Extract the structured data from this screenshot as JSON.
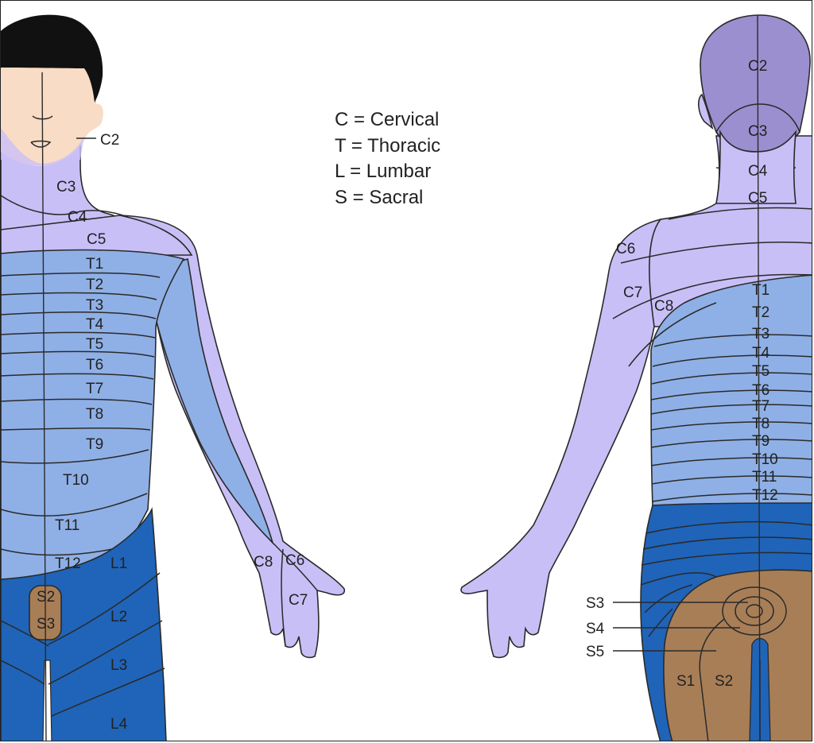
{
  "legend": [
    {
      "key": "C",
      "text": "C = Cervical"
    },
    {
      "key": "T",
      "text": "T =  Thoracic"
    },
    {
      "key": "L",
      "text": "L = Lumbar"
    },
    {
      "key": "S",
      "text": "S = Sacral"
    }
  ],
  "colors": {
    "cervical": "#c9bff7",
    "thoracic": "#8fb0e6",
    "lumbar": "#1f64b8",
    "sacral": "#a87e57",
    "head_back": "#9b8fd0",
    "skin": "#f9dcc5",
    "hair": "#111111"
  },
  "front_labels": {
    "c2": "C2",
    "c3": "C3",
    "c4": "C4",
    "c5": "C5",
    "t1": "T1",
    "t2": "T2",
    "t3": "T3",
    "t4": "T4",
    "t5": "T5",
    "t6": "T6",
    "t7": "T7",
    "t8": "T8",
    "t9": "T9",
    "t10": "T10",
    "t11": "T11",
    "t12": "T12",
    "l1": "L1",
    "l2": "L2",
    "l3": "L3",
    "l4": "L4",
    "s2": "S2",
    "s3": "S3",
    "c6": "C6",
    "c7": "C7",
    "c8": "C8"
  },
  "back_labels": {
    "c2": "C2",
    "c3": "C3",
    "c4": "C4",
    "c5": "C5",
    "c6": "C6",
    "c7": "C7",
    "c8": "C8",
    "t1": "T1",
    "t2": "T2",
    "t3": "T3",
    "t4": "T4",
    "t5": "T5",
    "t6": "T6",
    "t7": "T7",
    "t8": "T8",
    "t9": "T9",
    "t10": "T10",
    "t11": "T11",
    "t12": "T12",
    "s1": "S1",
    "s2": "S2",
    "s3": "S3",
    "s4": "S4",
    "s5": "S5"
  }
}
